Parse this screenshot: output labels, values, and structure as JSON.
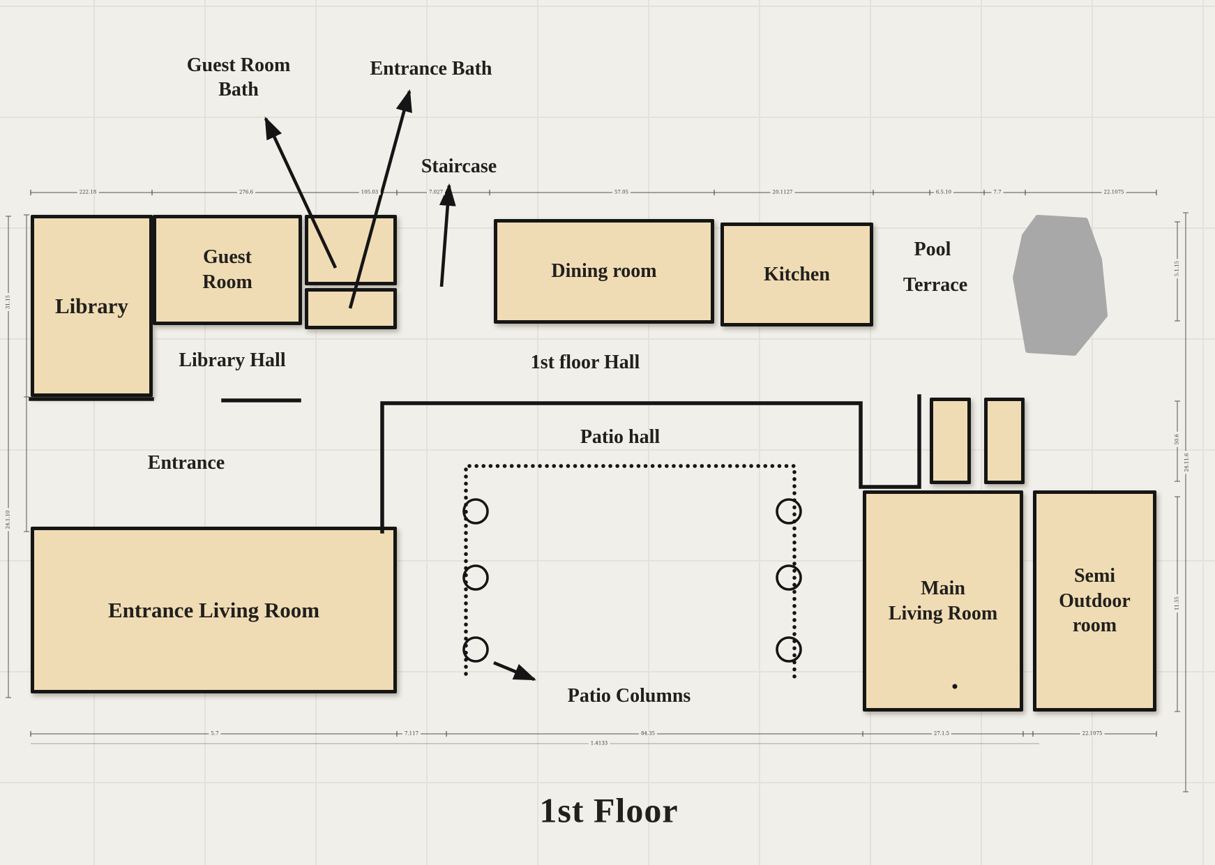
{
  "title": "1st Floor",
  "rooms": {
    "library": "Library",
    "guest_room": [
      "Guest",
      "Room"
    ],
    "dining_room": "Dining room",
    "kitchen": "Kitchen",
    "main_living_room": [
      "Main",
      "Living Room"
    ],
    "semi_outdoor_room": [
      "Semi",
      "Outdoor",
      "room"
    ],
    "entrance_living_room": "Entrance Living Room"
  },
  "halls": {
    "library_hall": "Library Hall",
    "first_floor_hall": "1st floor Hall",
    "patio_hall": "Patio hall",
    "entrance": "Entrance",
    "pool_terrace": [
      "Pool",
      "Terrace"
    ]
  },
  "callouts": {
    "guest_room_bath": [
      "Guest Room",
      "Bath"
    ],
    "entrance_bath": "Entrance Bath",
    "staircase": "Staircase",
    "patio_columns": "Patio Columns"
  },
  "dimensions": {
    "top": [
      "222.18",
      "276.6",
      "105.03",
      "7.027",
      "57.05",
      "20.1127",
      "6.5.10",
      "7.7",
      "22.1075"
    ],
    "bottom": [
      "5.7",
      "7.117",
      "84.35",
      "27.1.5",
      "22.1075",
      "1.4133"
    ],
    "left": [
      "31.15",
      "24.1.10"
    ],
    "right": [
      "5.1.15",
      "50.6",
      "11.55",
      "24.11.6"
    ]
  },
  "colors": {
    "background": "#f0efea",
    "room_fill": "#f0dcb4",
    "wall": "#151515",
    "pool_terrace": "#a8a8a8"
  }
}
